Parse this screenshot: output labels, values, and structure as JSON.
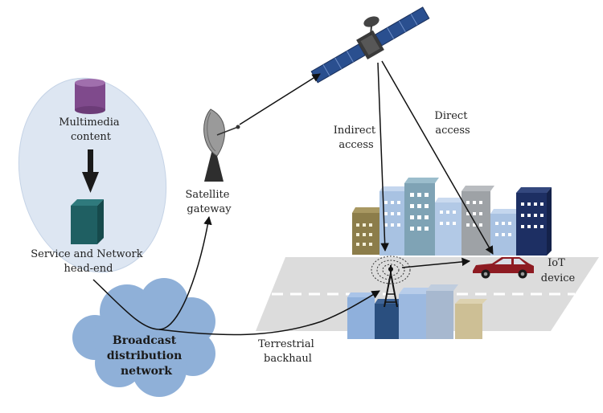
{
  "labels": {
    "multimedia": [
      "Multimedia",
      "content"
    ],
    "headend": [
      "Service and Network",
      "head-end"
    ],
    "satellite_gateway": [
      "Satellite",
      "gateway"
    ],
    "indirect_access": [
      "Indirect",
      "access"
    ],
    "direct_access": [
      "Direct",
      "access"
    ],
    "iot_device": [
      "IoT",
      "device"
    ],
    "terrestrial_backhaul": [
      "Terrestrial",
      "backhaul"
    ],
    "broadcast_network": [
      "Broadcast",
      "distribution",
      "network"
    ]
  },
  "colors": {
    "ellipse_fill": "#dde6f2",
    "cloud_fill": "#8fb0d8",
    "cylinder": "#7f4a8c",
    "server": "#1f5f62",
    "satellite_panel": "#2a4f8f",
    "car": "#8e1b22",
    "road": "#dcdcdc"
  }
}
